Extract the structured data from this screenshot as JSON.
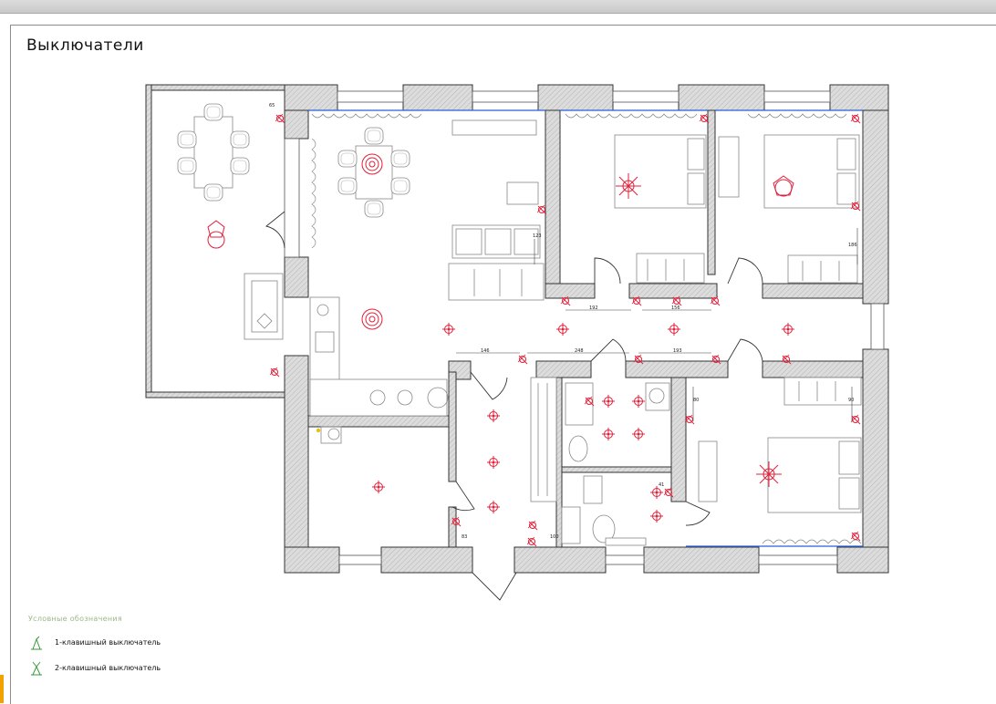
{
  "sheet": {
    "title": "Выключатели"
  },
  "legend": {
    "title": "Условные обозначения",
    "items": [
      {
        "icon": "single-key-switch-icon",
        "label": "1-клавишный выключатель",
        "color": "#3a9a3a"
      },
      {
        "icon": "double-key-switch-icon",
        "label": "2-клавишный выключатель",
        "color": "#3a9a3a"
      }
    ]
  },
  "dimensions": {
    "d65": "65",
    "d123": "123",
    "d192": "192",
    "d156": "156",
    "d186": "186",
    "d146": "146",
    "d248": "248",
    "d193": "193",
    "d80": "80",
    "d90": "90",
    "d41": "41",
    "d100": "100",
    "d83": "83"
  },
  "colors": {
    "wall_fill": "#d8d8d8",
    "wall_line": "#333333",
    "furniture": "#777777",
    "light": "#e0203a",
    "switch": "#e0203a",
    "window": "#2b5fd9"
  }
}
